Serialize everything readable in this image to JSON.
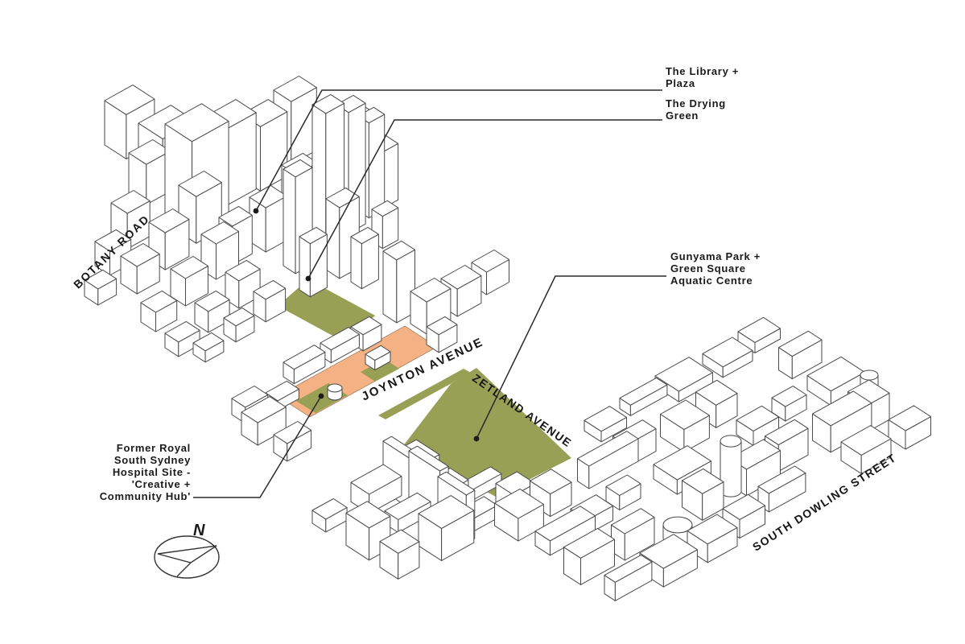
{
  "palette": {
    "green": "#97a055",
    "orange": "#f4b183",
    "line": "#4a4a4a",
    "leader": "#2a2a2a",
    "text": "#1a1a1a"
  },
  "annotations": {
    "library": {
      "lines": [
        "The Library +",
        "Plaza"
      ]
    },
    "drying_green": {
      "lines": [
        "The Drying",
        "Green"
      ]
    },
    "gunyama": {
      "lines": [
        "Gunyama Park +",
        "Green Square",
        "Aquatic Centre"
      ]
    },
    "hospital": {
      "lines": [
        "Former Royal",
        "South Sydney",
        "Hospital Site -",
        "'Creative +",
        "Community Hub'"
      ]
    }
  },
  "streets": {
    "botany_road": "BOTANY ROAD",
    "joynton_avenue": "JOYNTON AVENUE",
    "zetland_avenue": "ZETLAND AVENUE",
    "south_dowling_street": "SOUTH DOWLING STREET"
  },
  "compass": {
    "north": "N"
  }
}
